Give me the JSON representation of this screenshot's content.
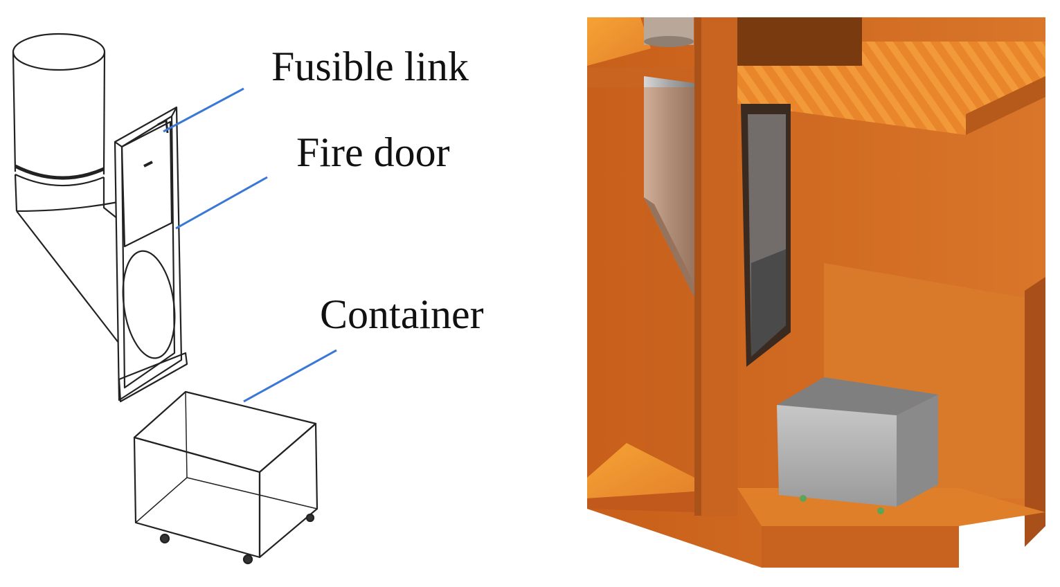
{
  "labels": {
    "fusible_link": "Fusible link",
    "fire_door": "Fire door",
    "container": "Container"
  },
  "colors": {
    "leader_line": "#3a78d8",
    "wall_main": "#d2691e",
    "wall_dark": "#b4561a",
    "wall_shadow": "#8f3f12",
    "shelf_highlight": "#f7a33a",
    "metal_gray": "#b5b5b5",
    "line_art": "#222222"
  }
}
